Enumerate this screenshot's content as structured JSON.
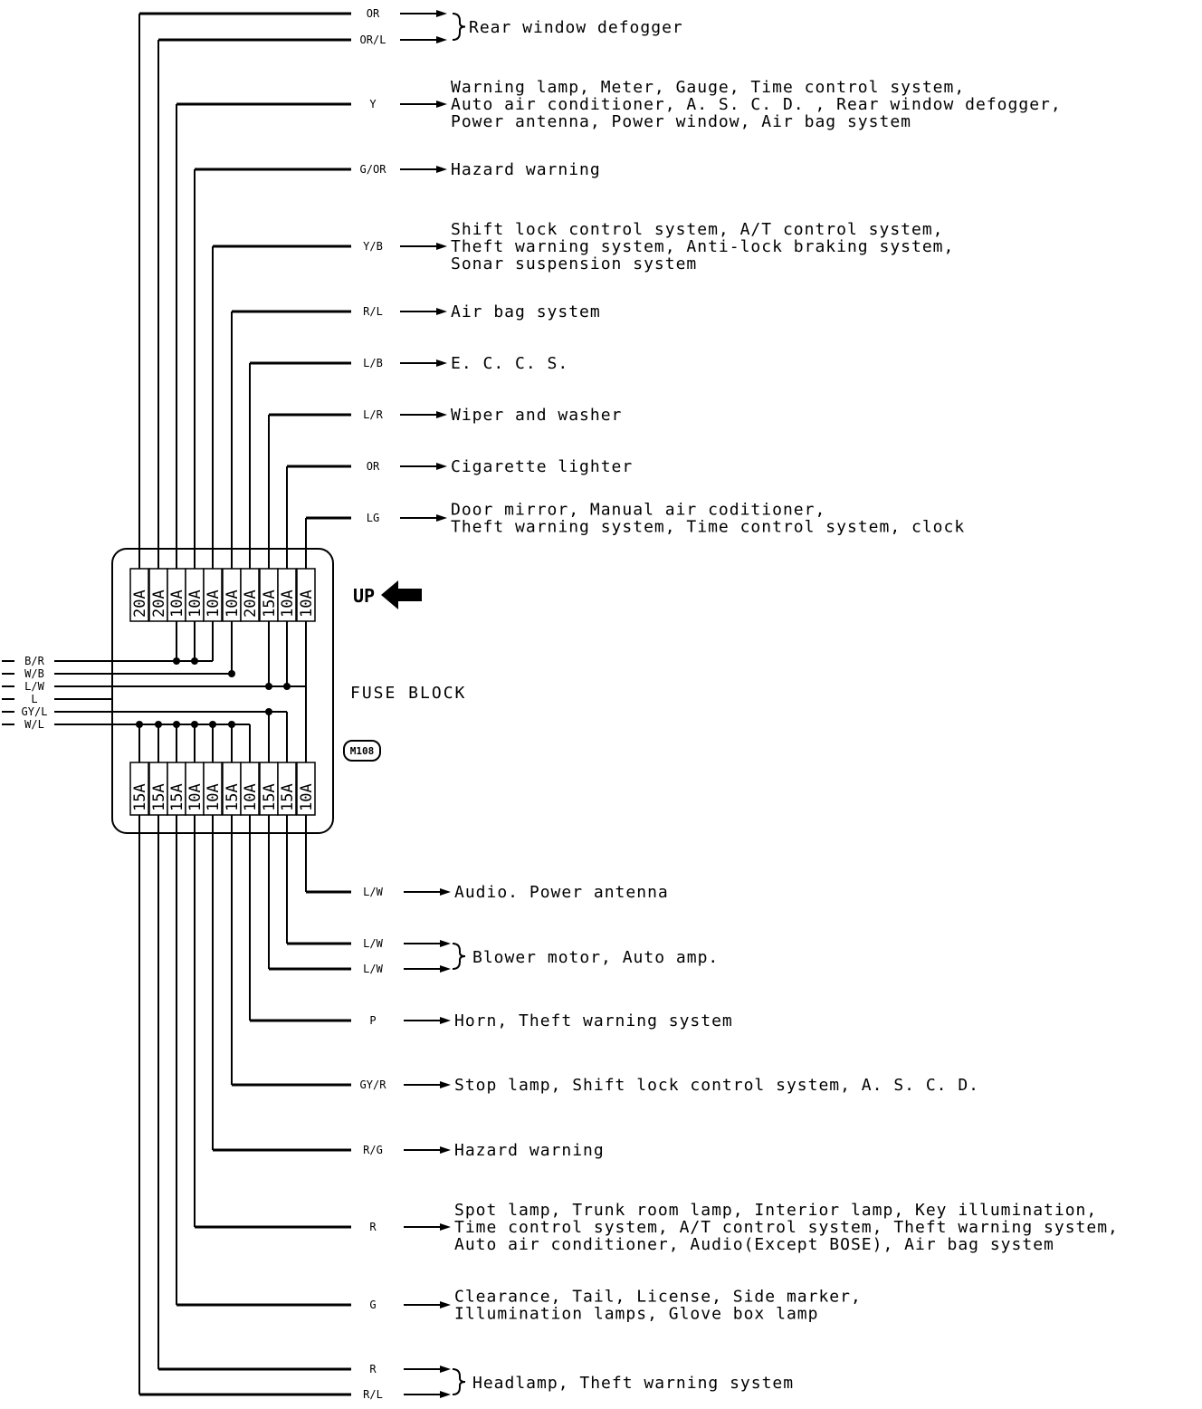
{
  "block": {
    "title": "FUSE BLOCK",
    "up_label": "UP",
    "connector": "M108"
  },
  "top_fuses": [
    "20A",
    "20A",
    "10A",
    "10A",
    "10A",
    "10A",
    "20A",
    "15A",
    "10A"
  ],
  "bottom_fuses": [
    "15A",
    "15A",
    "15A",
    "10A",
    "10A",
    "15A",
    "10A",
    "15A",
    "15A",
    "10A"
  ],
  "inputs": [
    "B/R",
    "W/B",
    "L/W",
    "L",
    "GY/L",
    "W/L"
  ],
  "top_outputs": [
    {
      "wire": "OR",
      "desc": [
        "Rear window defogger"
      ]
    },
    {
      "wire": "OR/L",
      "desc": []
    },
    {
      "wire": "Y",
      "desc": [
        "Warning lamp, Meter, Gauge, Time control system,",
        "Auto air conditioner, A. S. C. D. , Rear window defogger,",
        "Power antenna, Power window, Air bag system"
      ]
    },
    {
      "wire": "G/OR",
      "desc": [
        "Hazard warning"
      ]
    },
    {
      "wire": "Y/B",
      "desc": [
        "Shift lock control system, A/T control system,",
        "Theft warning system, Anti-lock braking system,",
        "Sonar suspension system"
      ]
    },
    {
      "wire": "R/L",
      "desc": [
        "Air bag system"
      ]
    },
    {
      "wire": "L/B",
      "desc": [
        "E. C. C. S."
      ]
    },
    {
      "wire": "L/R",
      "desc": [
        "Wiper and washer"
      ]
    },
    {
      "wire": "OR",
      "desc": [
        "Cigarette lighter"
      ]
    },
    {
      "wire": "LG",
      "desc": [
        "Door mirror, Manual air coditioner,",
        "Theft warning system, Time control system, clock"
      ]
    }
  ],
  "bottom_outputs": [
    {
      "wire": "L/W",
      "desc": [
        "Audio.  Power antenna"
      ]
    },
    {
      "wire": "L/W",
      "desc": [
        "Blower motor, Auto amp."
      ]
    },
    {
      "wire": "L/W",
      "desc": []
    },
    {
      "wire": "P",
      "desc": [
        "Horn, Theft warning system"
      ]
    },
    {
      "wire": "GY/R",
      "desc": [
        "Stop lamp, Shift lock control system, A. S. C. D."
      ]
    },
    {
      "wire": "R/G",
      "desc": [
        "Hazard warning"
      ]
    },
    {
      "wire": "R",
      "desc": [
        "Spot lamp, Trunk room lamp, Interior lamp, Key illumination,",
        "Time control system, A/T control system, Theft warning system,",
        "Auto air conditioner, Audio(Except BOSE), Air bag system"
      ]
    },
    {
      "wire": "G",
      "desc": [
        "Clearance, Tail, License, Side marker,",
        "Illumination lamps, Glove box lamp"
      ]
    },
    {
      "wire": "R",
      "desc": [
        "Headlamp, Theft warning system"
      ]
    },
    {
      "wire": "R/L",
      "desc": []
    }
  ]
}
